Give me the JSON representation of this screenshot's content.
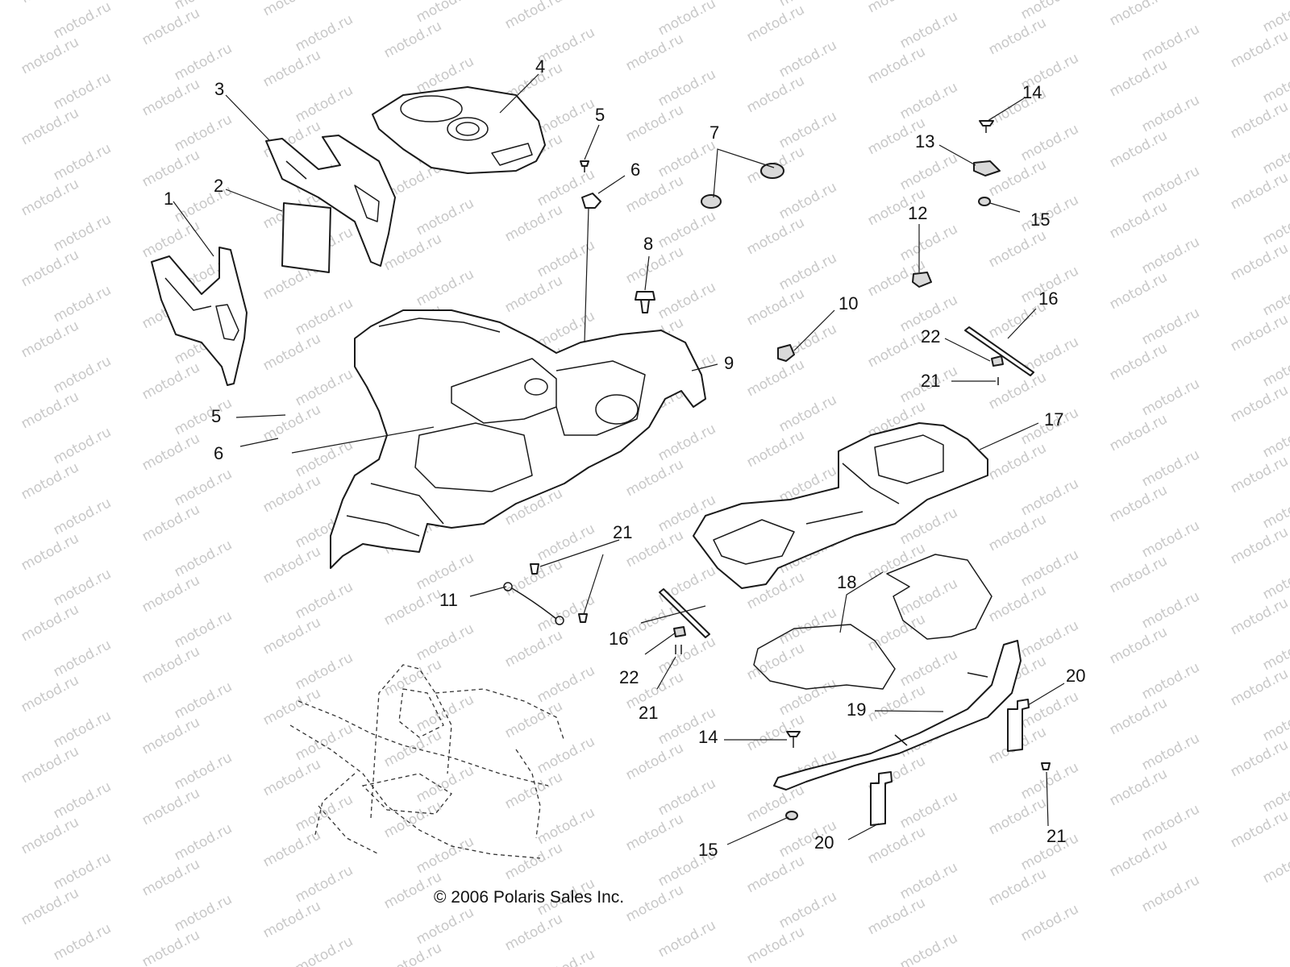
{
  "watermark_text": "motod.ru",
  "copyright": "© 2006 Polaris Sales Inc.",
  "callouts": [
    {
      "id": "c1",
      "label": "1"
    },
    {
      "id": "c2",
      "label": "2"
    },
    {
      "id": "c3",
      "label": "3"
    },
    {
      "id": "c4",
      "label": "4"
    },
    {
      "id": "c5a",
      "label": "5"
    },
    {
      "id": "c5b",
      "label": "5"
    },
    {
      "id": "c6a",
      "label": "6"
    },
    {
      "id": "c6b",
      "label": "6"
    },
    {
      "id": "c7",
      "label": "7"
    },
    {
      "id": "c8",
      "label": "8"
    },
    {
      "id": "c9",
      "label": "9"
    },
    {
      "id": "c10",
      "label": "10"
    },
    {
      "id": "c11",
      "label": "11"
    },
    {
      "id": "c12",
      "label": "12"
    },
    {
      "id": "c13",
      "label": "13"
    },
    {
      "id": "c14a",
      "label": "14"
    },
    {
      "id": "c14b",
      "label": "14"
    },
    {
      "id": "c15a",
      "label": "15"
    },
    {
      "id": "c15b",
      "label": "15"
    },
    {
      "id": "c16a",
      "label": "16"
    },
    {
      "id": "c16b",
      "label": "16"
    },
    {
      "id": "c17",
      "label": "17"
    },
    {
      "id": "c18",
      "label": "18"
    },
    {
      "id": "c19",
      "label": "19"
    },
    {
      "id": "c20a",
      "label": "20"
    },
    {
      "id": "c20b",
      "label": "20"
    },
    {
      "id": "c21a",
      "label": "21"
    },
    {
      "id": "c21b",
      "label": "21"
    },
    {
      "id": "c21c",
      "label": "21"
    },
    {
      "id": "c21d",
      "label": "21"
    },
    {
      "id": "c22a",
      "label": "22"
    },
    {
      "id": "c22b",
      "label": "22"
    }
  ]
}
